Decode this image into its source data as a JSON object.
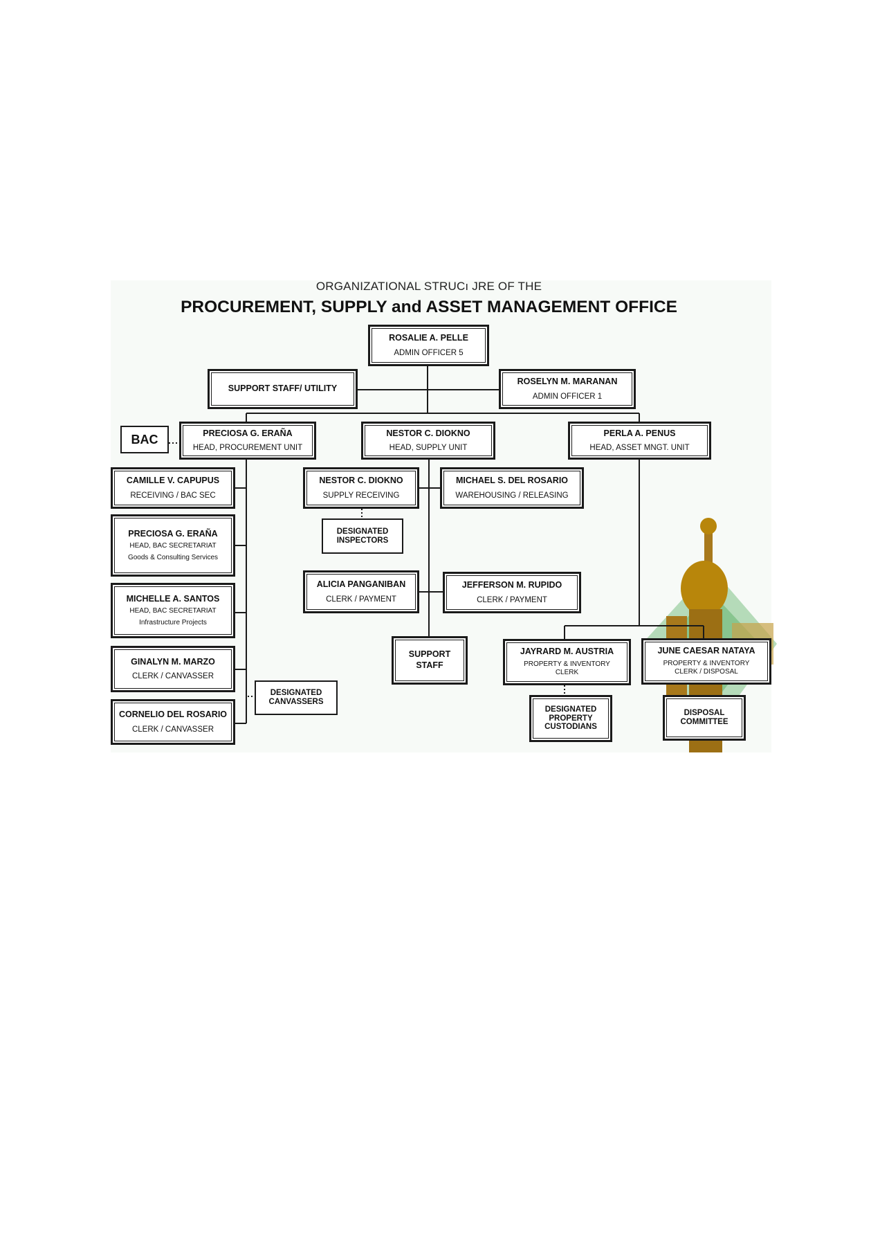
{
  "header": {
    "line1": "ORGANIZATIONAL STRUCı JRE OF THE",
    "line2": "PROCUREMENT, SUPPLY and ASSET MANAGEMENT OFFICE"
  },
  "nodes": {
    "head": {
      "name": "ROSALIE A. PELLE",
      "role": "ADMIN OFFICER 5"
    },
    "support_utility": {
      "label": "SUPPORT STAFF/ UTILITY"
    },
    "admin1": {
      "name": "ROSELYN M. MARANAN",
      "role": "ADMIN OFFICER 1"
    },
    "bac": {
      "label": "BAC"
    },
    "proc_head": {
      "name": "PRECIOSA G. ERAÑA",
      "role": "HEAD, PROCUREMENT UNIT"
    },
    "supply_head": {
      "name": "NESTOR C. DIOKNO",
      "role": "HEAD, SUPPLY UNIT"
    },
    "asset_head": {
      "name": "PERLA A. PENUS",
      "role": "HEAD, ASSET MNGT. UNIT"
    },
    "capupus": {
      "name": "CAMILLE V. CAPUPUS",
      "role": "RECEIVING / BAC SEC"
    },
    "erana2": {
      "name": "PRECIOSA G. ERAÑA",
      "role": "HEAD, BAC SECRETARIAT",
      "note": "Goods & Consulting Services"
    },
    "santos": {
      "name": "MICHELLE A. SANTOS",
      "role": "HEAD, BAC SECRETARIAT",
      "note": "Infrastructure Projects"
    },
    "marzo": {
      "name": "GINALYN M. MARZO",
      "role": "CLERK / CANVASSER"
    },
    "delrosario_c": {
      "name": "CORNELIO DEL ROSARIO",
      "role": "CLERK / CANVASSER"
    },
    "canvassers": {
      "label": "DESIGNATED CANVASSERS"
    },
    "diokno2": {
      "name": "NESTOR C. DIOKNO",
      "role": "SUPPLY RECEIVING"
    },
    "delrosario_m": {
      "name": "MICHAEL S. DEL ROSARIO",
      "role": "WAREHOUSING / RELEASING"
    },
    "inspectors": {
      "label": "DESIGNATED INSPECTORS"
    },
    "panganiban": {
      "name": "ALICIA PANGANIBAN",
      "role": "CLERK / PAYMENT"
    },
    "rupido": {
      "name": "JEFFERSON M. RUPIDO",
      "role": "CLERK / PAYMENT"
    },
    "support_staff": {
      "label": "SUPPORT STAFF"
    },
    "austria": {
      "name": "JAYRARD M. AUSTRIA",
      "role": "PROPERTY & INVENTORY CLERK"
    },
    "nataya": {
      "name": "JUNE CAESAR NATAYA",
      "role": "PROPERTY & INVENTORY CLERK / DISPOSAL"
    },
    "custodians": {
      "label": "DESIGNATED PROPERTY CUSTODIANS"
    },
    "disposal": {
      "label": "DISPOSAL COMMITTEE"
    }
  },
  "colors": {
    "line": "#1a1a1a",
    "box_border": "#1a1a1a",
    "background_tint": "#f7faf7",
    "deco_green": "#7dbf84",
    "deco_gold": "#b8860b"
  }
}
